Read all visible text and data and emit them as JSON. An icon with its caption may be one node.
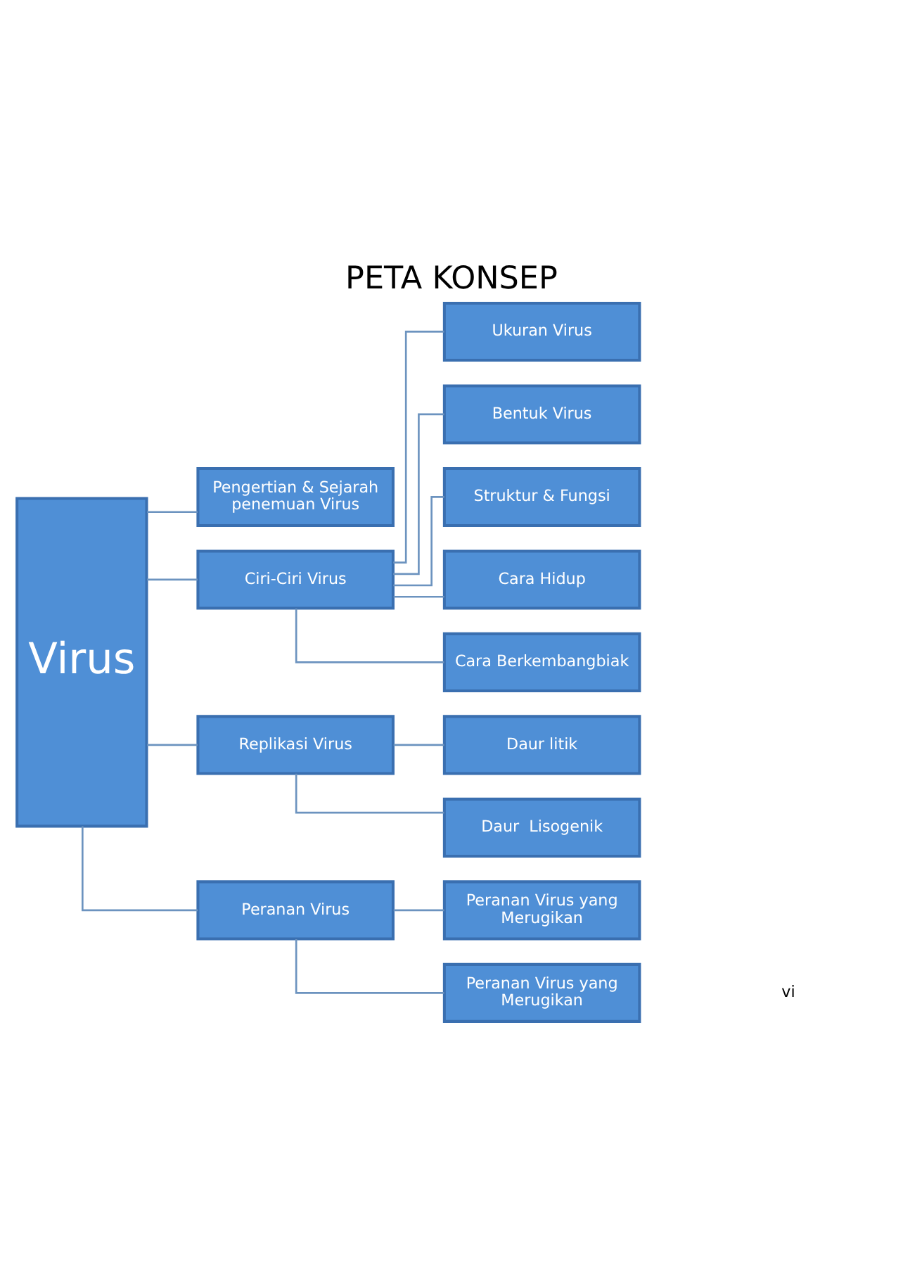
{
  "diagram": {
    "title": "PETA KONSEP",
    "nodes": [
      {
        "text": [
          "Virus"
        ]
      },
      {
        "text": [
          "Pengertian & Sejarah penemuan Virus"
        ]
      },
      {
        "text": [
          "Ciri-Ciri Virus"
        ]
      },
      {
        "text": [
          "Ukuran Virus"
        ]
      },
      {
        "text": [
          "Bentuk Virus"
        ]
      },
      {
        "text": [
          "Struktur & Fungsi"
        ]
      },
      {
        "text": [
          "Cara Hidup"
        ]
      },
      {
        "text": [
          "Cara Berkembangbiak"
        ]
      },
      {
        "text": [
          "Replikasi Virus"
        ]
      },
      {
        "text": [
          "Daur litik"
        ]
      },
      {
        "text": [
          "Daur  Lisogenik"
        ]
      },
      {
        "text": [
          "Peranan Virus"
        ]
      },
      {
        "text": [
          "Peranan Virus yang Merugikan"
        ]
      },
      {
        "text": [
          "Peranan Virus yang Merugikan"
        ]
      }
    ],
    "edges": [
      {
        "from": 0,
        "to": 1,
        "arrow": "none"
      },
      {
        "from": 0,
        "to": 2,
        "arrow": "none"
      },
      {
        "from": 2,
        "to": 3,
        "arrow": "none"
      },
      {
        "from": 2,
        "to": 4,
        "arrow": "none"
      },
      {
        "from": 2,
        "to": 5,
        "arrow": "none"
      },
      {
        "from": 2,
        "to": 6,
        "arrow": "none"
      },
      {
        "from": 2,
        "to": 7,
        "arrow": "none"
      },
      {
        "from": 0,
        "to": 8,
        "arrow": "none"
      },
      {
        "from": 8,
        "to": 9,
        "arrow": "none"
      },
      {
        "from": 8,
        "to": 10,
        "arrow": "none"
      },
      {
        "from": 0,
        "to": 11,
        "arrow": "none"
      },
      {
        "from": 11,
        "to": 12,
        "arrow": "none"
      },
      {
        "from": 11,
        "to": 13,
        "arrow": "none"
      }
    ],
    "labels": [
      "vi"
    ]
  }
}
